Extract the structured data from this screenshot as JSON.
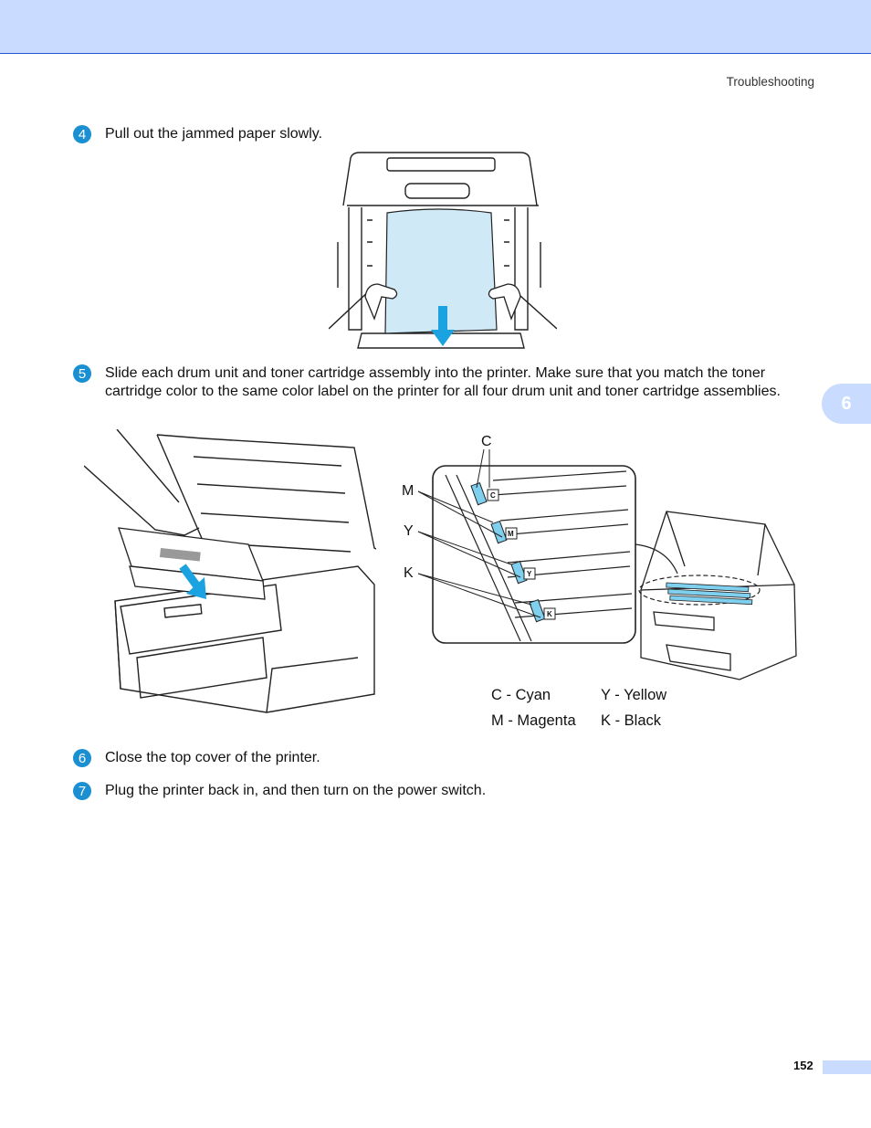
{
  "header": {
    "section": "Troubleshooting"
  },
  "chapter_tab": "6",
  "steps": [
    {
      "number": "4",
      "text": "Pull out the jammed paper slowly."
    },
    {
      "number": "5",
      "text": "Slide each drum unit and toner cartridge assembly into the printer. Make sure that you match the toner cartridge color to the same color label on the printer for all four drum unit and toner cartridge assemblies."
    },
    {
      "number": "6",
      "text": "Close the top cover of the printer."
    },
    {
      "number": "7",
      "text": "Plug the printer back in, and then turn on the power switch."
    }
  ],
  "figure2": {
    "callouts": [
      "C",
      "M",
      "Y",
      "K"
    ],
    "slot_labels": [
      "C",
      "M",
      "Y",
      "K"
    ]
  },
  "legend": [
    {
      "text": "C - Cyan"
    },
    {
      "text": "Y - Yellow"
    },
    {
      "text": "M - Magenta"
    },
    {
      "text": "K - Black"
    }
  ],
  "footer": {
    "page_number": "152"
  },
  "colors": {
    "header_band": "#c9dcff",
    "step_badge": "#1a8fd1",
    "paper": "#cfeaf6",
    "toner": "#7fd0ee",
    "arrow": "#1aa3e0"
  }
}
